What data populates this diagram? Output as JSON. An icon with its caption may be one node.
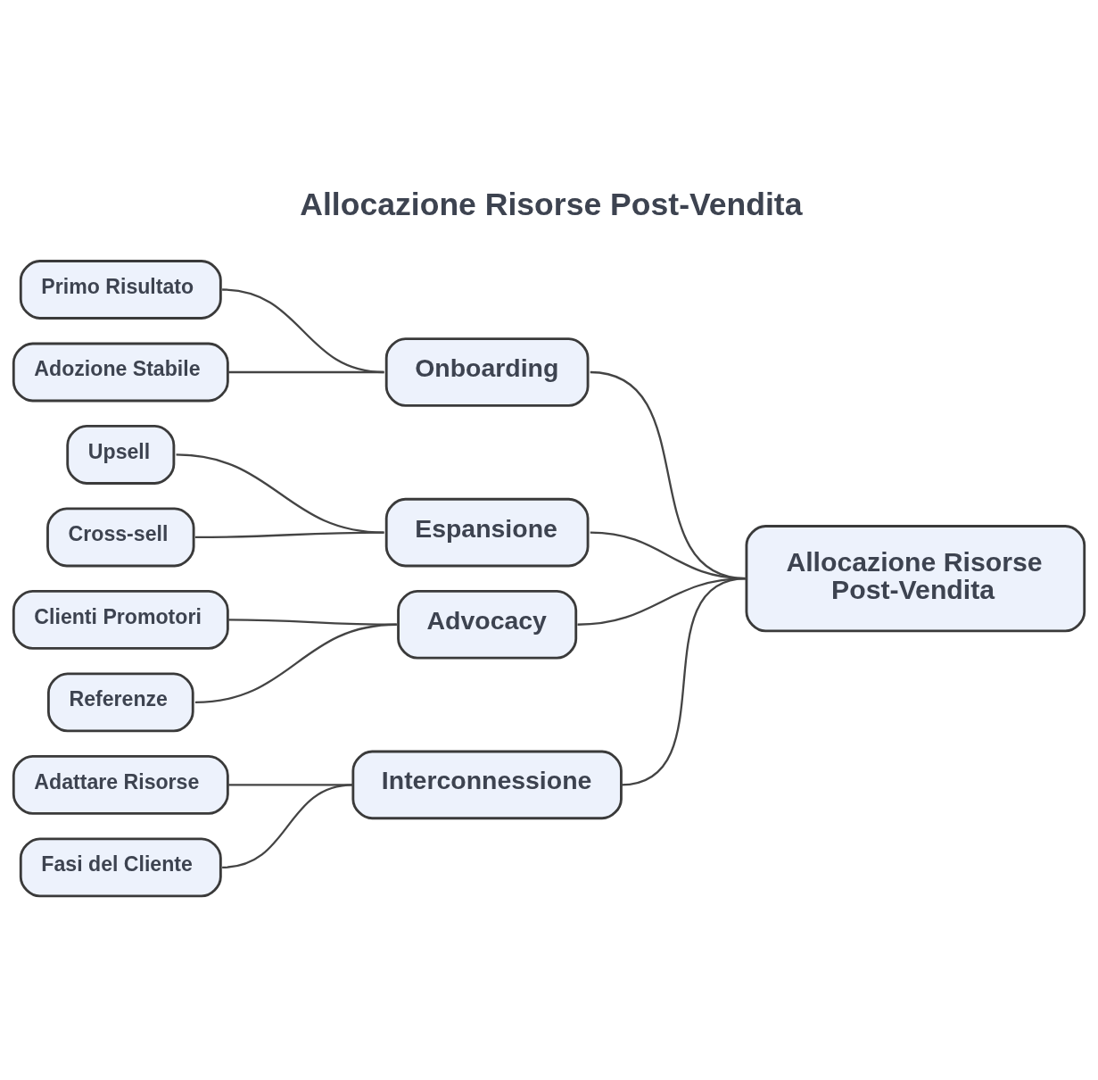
{
  "diagram": {
    "title": "Allocazione Risorse Post-Vendita",
    "nodes": [
      {
        "text": [
          "Allocazione Risorse Post-Vendita"
        ]
      },
      {
        "text": [
          "Onboarding"
        ]
      },
      {
        "text": [
          "Primo Risultato"
        ]
      },
      {
        "text": [
          "Adozione Stabile"
        ]
      },
      {
        "text": [
          "Espansione"
        ]
      },
      {
        "text": [
          "Upsell"
        ]
      },
      {
        "text": [
          "Cross-sell"
        ]
      },
      {
        "text": [
          "Advocacy"
        ]
      },
      {
        "text": [
          "Clienti Promotori"
        ]
      },
      {
        "text": [
          "Referenze"
        ]
      },
      {
        "text": [
          "Interconnessione"
        ]
      },
      {
        "text": [
          "Adattare Risorse"
        ]
      },
      {
        "text": [
          "Fasi del Cliente"
        ]
      }
    ],
    "edges": [
      {
        "from": 0,
        "to": 1,
        "arrow": "none"
      },
      {
        "from": 0,
        "to": 4,
        "arrow": "none"
      },
      {
        "from": 0,
        "to": 7,
        "arrow": "none"
      },
      {
        "from": 0,
        "to": 10,
        "arrow": "none"
      },
      {
        "from": 1,
        "to": 2,
        "arrow": "none"
      },
      {
        "from": 1,
        "to": 3,
        "arrow": "none"
      },
      {
        "from": 4,
        "to": 5,
        "arrow": "none"
      },
      {
        "from": 4,
        "to": 6,
        "arrow": "none"
      },
      {
        "from": 7,
        "to": 8,
        "arrow": "none"
      },
      {
        "from": 7,
        "to": 9,
        "arrow": "none"
      },
      {
        "from": 10,
        "to": 11,
        "arrow": "none"
      },
      {
        "from": 10,
        "to": 12,
        "arrow": "none"
      }
    ]
  }
}
